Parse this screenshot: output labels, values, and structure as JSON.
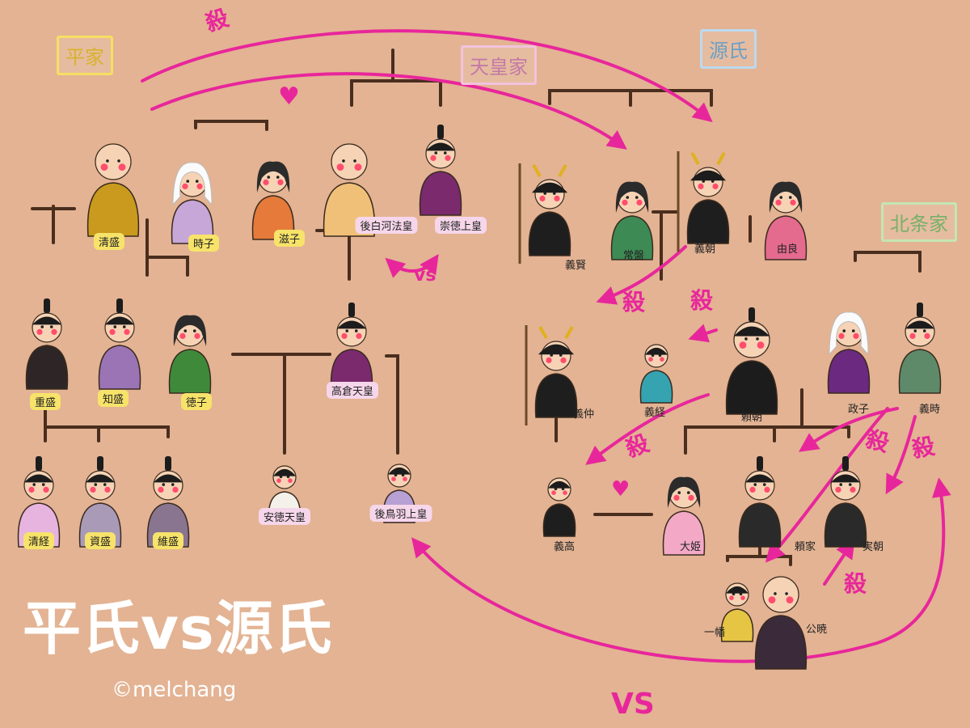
{
  "title": "平氏vs源氏",
  "credit": "©melchang",
  "clans": {
    "taira": "平家",
    "imperial": "天皇家",
    "minamoto": "源氏",
    "hojo": "北条家"
  },
  "kill_mark": "殺",
  "vs_mark": "vs",
  "vs_mark_large": "VS",
  "heart": "♥",
  "people": {
    "kiyomori": "清盛",
    "tokiko": "時子",
    "shigeko": "滋子",
    "goshirakawa": "後白河法皇",
    "sutoku": "崇徳上皇",
    "shigemori": "重盛",
    "tomomori": "知盛",
    "tokushi": "徳子",
    "takakura": "高倉天皇",
    "kiyotsune": "清経",
    "sukemori": "資盛",
    "koremori": "維盛",
    "antoku": "安徳天皇",
    "gotoba": "後鳥羽上皇",
    "yoshikata": "義賢",
    "tokiwa": "常盤",
    "yoshitomo": "義朝",
    "yura": "由良",
    "yoshinaka": "義仲",
    "yoshitsune": "義経",
    "yoritomo": "頼朝",
    "masako": "政子",
    "yoshitoki": "義時",
    "yoshitaka": "義高",
    "ohime": "大姫",
    "yoriie": "頼家",
    "sanetomo": "実朝",
    "ichiman": "一幡",
    "kugyo": "公暁"
  },
  "colors": {
    "accent": "#e8269b",
    "background": "#e3b393",
    "line": "#4a2e1e",
    "taira_label": "#f7e36a",
    "imperial_label": "#f6d6ea"
  }
}
